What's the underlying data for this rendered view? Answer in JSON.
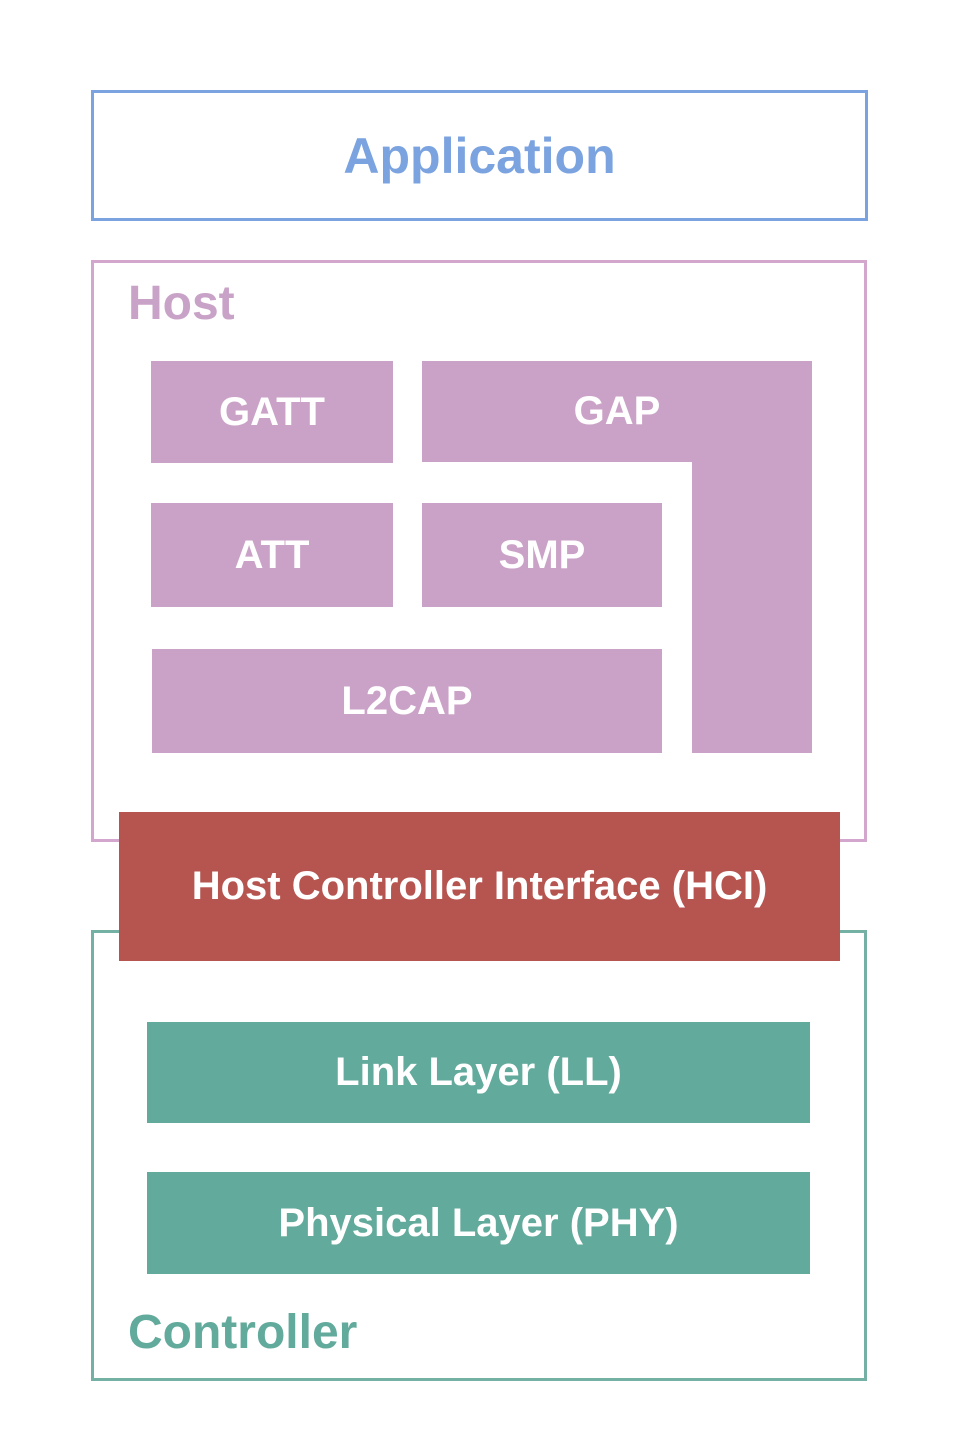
{
  "diagram": {
    "type": "block-diagram",
    "subject": "Bluetooth Low Energy protocol stack",
    "application": {
      "label": "Application"
    },
    "host": {
      "label": "Host",
      "blocks": {
        "gatt": "GATT",
        "gap": "GAP",
        "att": "ATT",
        "smp": "SMP",
        "l2cap": "L2CAP"
      }
    },
    "hci": {
      "label": "Host Controller Interface (HCI)"
    },
    "controller": {
      "label": "Controller",
      "blocks": {
        "link_layer": "Link Layer (LL)",
        "phy": "Physical Layer (PHY)"
      }
    },
    "colors": {
      "application_accent": "#7ba3e0",
      "host_border": "#d3a7cd",
      "host_label": "#c9a2c8",
      "host_block_fill": "#cba2c7",
      "hci_fill": "#b65450",
      "controller_border": "#74b0a4",
      "controller_label": "#62aa9b",
      "controller_block_fill": "#62aa9b",
      "block_text": "#ffffff",
      "background": "#ffffff"
    }
  }
}
